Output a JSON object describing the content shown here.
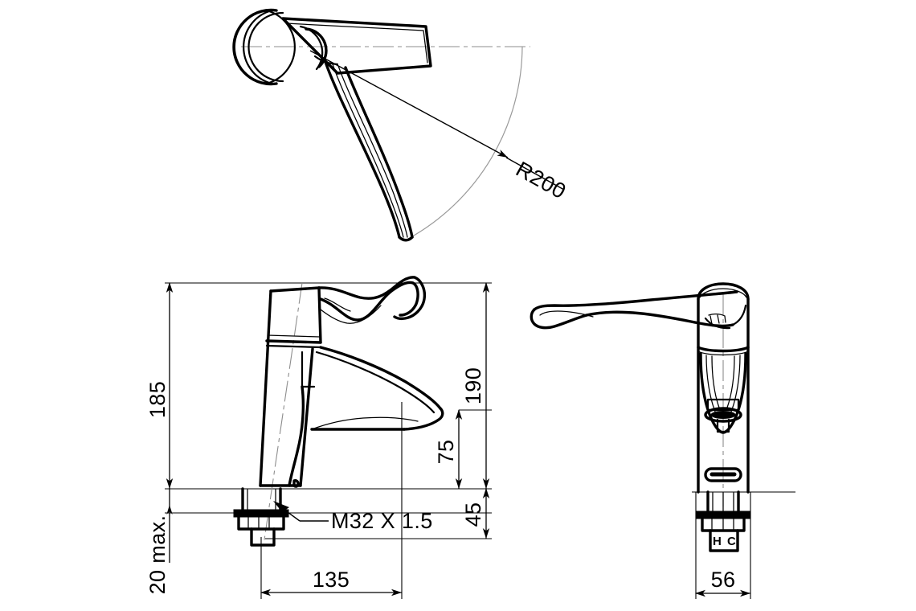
{
  "drawing": {
    "type": "engineering-drawing",
    "subject": "single-lever basin mixer tap",
    "background_color": "#ffffff",
    "line_color": "#000000",
    "centerline_color": "#8d8d8d",
    "units": "mm",
    "views": [
      {
        "id": "top-view",
        "name": "Top view with lever swing arc",
        "annotations": [
          "R200"
        ]
      },
      {
        "id": "front-view",
        "name": "Front elevation",
        "annotations": [
          "185",
          "20 max.",
          "190",
          "75",
          "45",
          "M32 X 1.5",
          "135"
        ]
      },
      {
        "id": "side-view",
        "name": "Side elevation",
        "annotations": [
          "56",
          "H",
          "C"
        ]
      }
    ]
  },
  "dimensions": {
    "radius_swing": "R200",
    "overall_height_left": "185",
    "mounting_thickness": "20 max.",
    "spout_height_total": "190",
    "spout_outlet_height": "75",
    "below_deck": "45",
    "thread_callout": "M32 X 1.5",
    "spout_reach": "135",
    "body_width": "56"
  },
  "labels": {
    "hot": "H",
    "cold": "C"
  }
}
